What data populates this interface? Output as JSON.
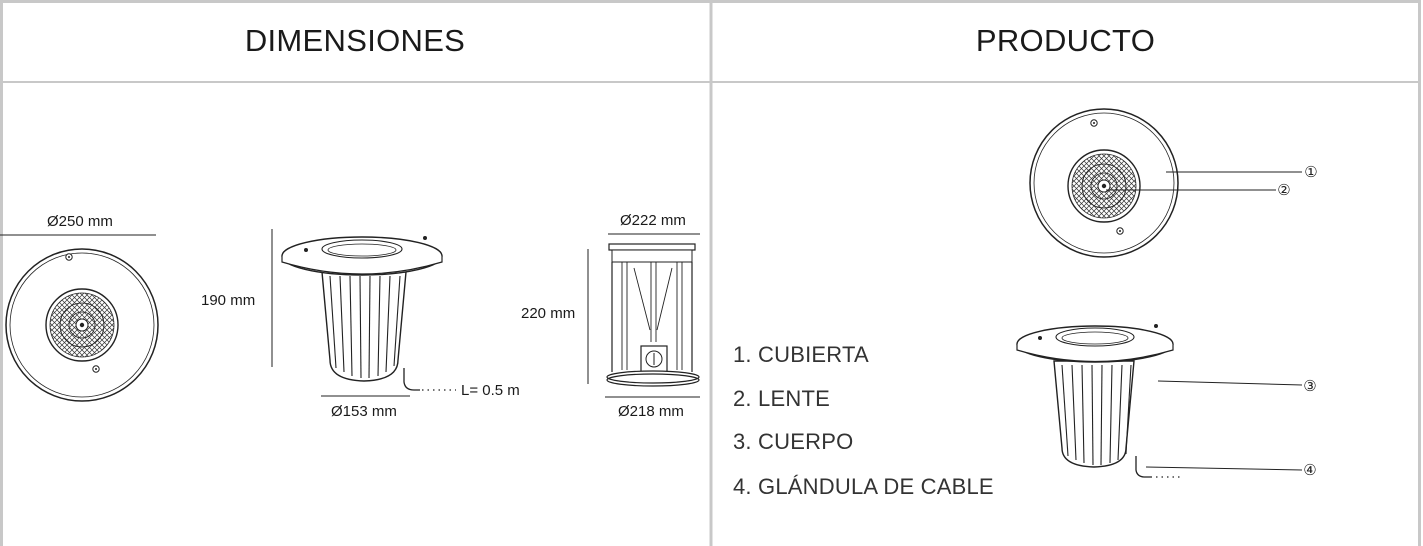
{
  "headers": {
    "left": "DIMENSIONES",
    "right": "PRODUCTO"
  },
  "dimensions": {
    "top_view_diameter": "Ø250 mm",
    "side_height": "190 mm",
    "side_body_diameter": "Ø153 mm",
    "cable_length": "L= 0.5 m",
    "box_top_diameter": "Ø222 mm",
    "box_height": "220 mm",
    "box_bottom_diameter": "Ø218 mm"
  },
  "callouts": [
    "①",
    "②",
    "③",
    "④"
  ],
  "legend": [
    "1. CUBIERTA",
    "2. LENTE",
    "3. CUERPO",
    "4. GLÁNDULA DE CABLE"
  ],
  "colors": {
    "frame": "#c8c8c8",
    "line": "#222222"
  }
}
